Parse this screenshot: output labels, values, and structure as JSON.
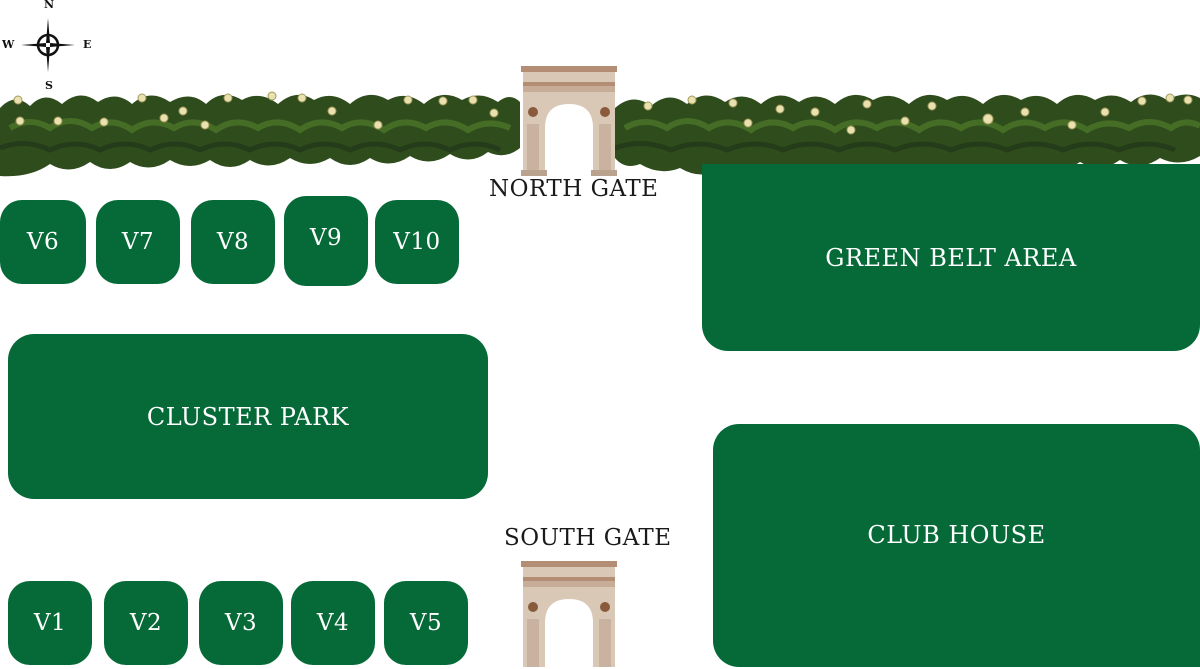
{
  "compass": {
    "n": "N",
    "s": "S",
    "e": "E",
    "w": "W"
  },
  "gates": {
    "north": "NORTH GATE",
    "south": "SOUTH GATE"
  },
  "areas": {
    "green_belt": "GREEN BELT AREA",
    "cluster_park": "CLUSTER PARK",
    "club_house": "CLUB HOUSE"
  },
  "villas_top": [
    "V6",
    "V7",
    "V8",
    "V9",
    "V10"
  ],
  "villas_bottom": [
    "V1",
    "V2",
    "V3",
    "V4",
    "V5"
  ],
  "colors": {
    "zone": "#066a38",
    "hedge": "#2f4d1c",
    "arch": "#d8c8b8",
    "flower": "#e9e1b0"
  }
}
